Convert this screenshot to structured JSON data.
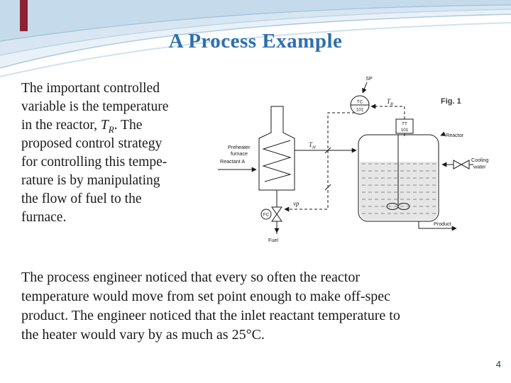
{
  "slide": {
    "title": "A Process Example",
    "page_number": "4",
    "fig_label": "Fig. 1"
  },
  "left_paragraph": {
    "l1": "The important controlled",
    "l2": "variable is the temperature",
    "l3a": "in the reactor, ",
    "l3b": "T",
    "l3c": "R",
    "l3d": ". The",
    "l4": "proposed control strategy",
    "l5": "for controlling this tempe-",
    "l6": "rature is by manipulating",
    "l7": "the flow of fuel to the",
    "l8": "furnace."
  },
  "bottom_paragraph": {
    "lines": [
      "The process engineer noticed that every so often the reactor",
      "temperature would move from set point enough to make off-spec",
      "product. The engineer noticed that the inlet reactant temperature to",
      "the heater would vary by as much as 25°C."
    ]
  },
  "diagram": {
    "sp": "SP",
    "tc_line1": "TC",
    "tc_line2": "101",
    "tt_line1": "TT",
    "tt_line2": "101",
    "tr_main": "T",
    "tr_sub": "R",
    "th_main": "T",
    "th_sub": "H",
    "preheater_line1": "Preheater",
    "preheater_line2": "furnace",
    "reactant_a": "Reactant A",
    "fuel": "Fuel",
    "fc": "FC",
    "vp": "vp",
    "reactor": "Reactor",
    "cooling_line1": "Cooling",
    "cooling_line2": "water",
    "product": "Product"
  },
  "colors": {
    "title_blue": "#2e6fad",
    "accent_maroon": "#8c2232",
    "swoosh_blue": "#c5daea"
  }
}
